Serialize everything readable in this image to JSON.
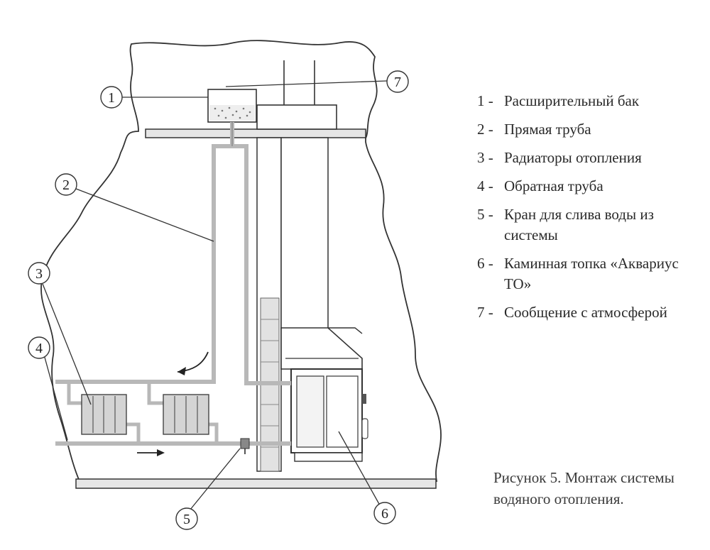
{
  "legend": [
    {
      "num": "1 -",
      "text": "Расширительный бак"
    },
    {
      "num": "2 -",
      "text": "Прямая труба"
    },
    {
      "num": "3 -",
      "text": "Радиаторы отопления"
    },
    {
      "num": "4 -",
      "text": "Обратная труба"
    },
    {
      "num": "5 -",
      "text": "Кран для слива воды из системы"
    },
    {
      "num": "6 -",
      "text": "Каминная топка «Аквариус ТО»"
    },
    {
      "num": "7 -",
      "text": "Сообщение с атмосферой"
    }
  ],
  "callouts": [
    "1",
    "2",
    "3",
    "4",
    "5",
    "6",
    "7"
  ],
  "caption": "Рисунок 5. Монтаж системы водяного отопления.",
  "colors": {
    "pipe": "#b8b8b8",
    "outline": "#333333",
    "radiator": "#cfcfcf",
    "slab": "#e6e6e6"
  }
}
